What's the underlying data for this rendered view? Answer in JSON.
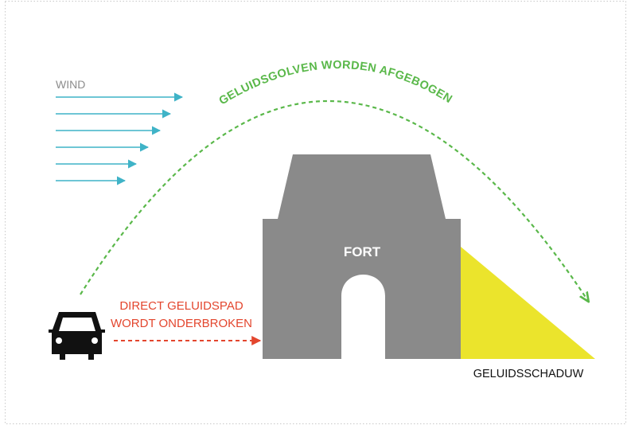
{
  "diagram": {
    "wind_label": "WIND",
    "arc_label": "GELUIDSGOLVEN WORDEN AFGEBOGEN",
    "direct_path_line1": "DIRECT GELUIDSPAD",
    "direct_path_line2": "WORDT ONDERBROKEN",
    "fort_label": "FORT",
    "shadow_label": "GELUIDSSCHADUW",
    "icons": {
      "vehicle": "car-icon",
      "wind": "wind-arrow-icon"
    },
    "colors": {
      "wind": "#3fb3c7",
      "arc": "#5ab84a",
      "direct_path": "#e3462e",
      "fort": "#8a8a8a",
      "shadow": "#ebe42c",
      "car": "#111111",
      "wind_label": "#8c8c8c"
    }
  }
}
